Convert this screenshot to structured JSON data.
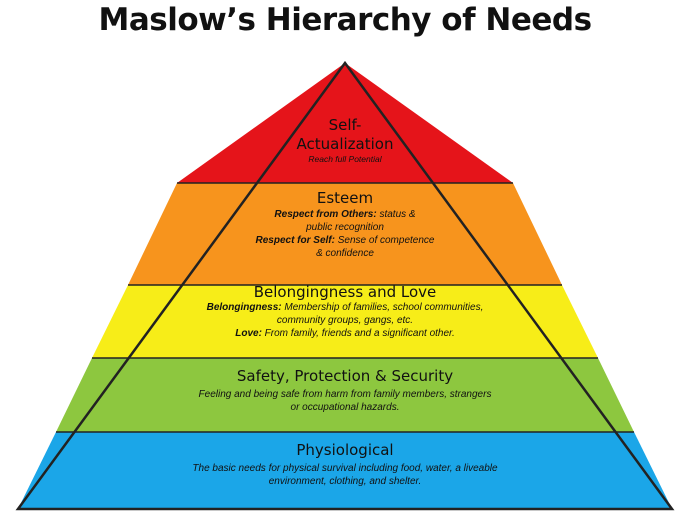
{
  "title": "Maslow’s Hierarchy of Needs",
  "colors": {
    "self_actualization": "#e5141a",
    "esteem": "#f7941d",
    "belonging": "#f7ed18",
    "safety": "#8dc73f",
    "physiological": "#1ba6e8",
    "outline": "#222222"
  },
  "tiers": {
    "self_actualization": {
      "title_line1": "Self-",
      "title_line2": "Actualization",
      "subtitle": "Reach full Potential"
    },
    "esteem": {
      "title": "Esteem",
      "l1_bold": "Respect from Others:",
      "l1_rest": " status &",
      "l2": "public recognition",
      "l3_bold": "Respect for Self:",
      "l3_rest": " Sense of competence",
      "l4": "& confidence"
    },
    "belonging": {
      "title": "Belongingness and Love",
      "l1_bold": "Belongingness:",
      "l1_rest": " Membership of families, school communities,",
      "l2": "community groups, gangs, etc.",
      "l3_bold": "Love:",
      "l3_rest": " From family, friends and a significant other."
    },
    "safety": {
      "title": "Safety, Protection & Security",
      "l1": "Feeling and being safe from harm from family members, strangers",
      "l2": "or occupational hazards."
    },
    "physiological": {
      "title": "Physiological",
      "l1": "The basic needs for physical survival including food, water, a liveable",
      "l2": "environment, clothing, and shelter."
    }
  }
}
